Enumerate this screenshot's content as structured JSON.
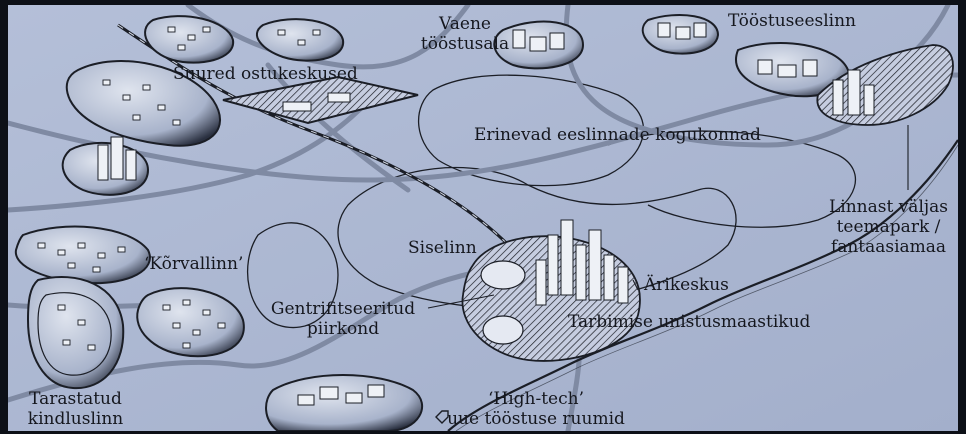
{
  "labels": {
    "suured_ostukeskused": "Suured ostukeskused",
    "vaene_line1": "Vaene",
    "vaene_line2": "tööstusala",
    "toostuseeslinn": "Tööstuseeslinn",
    "erinevad": "Erinevad eeslinnade kogukonnad",
    "linnast_line1": "Linnast väljas",
    "linnast_line2": "teemapark /",
    "linnast_line3": "fantaasiamaa",
    "korvallinn": "‘Kõrvallinn’",
    "siselinn": "Siselinn",
    "arikeskus": "Ärikeskus",
    "gentri_line1": "Gentrifitseeritud",
    "gentri_line2": "piirkond",
    "tarbimise": "Tarbimise unistusmaastikud",
    "tarastatud_line1": "Tarastatud",
    "tarastatud_line2": "kindluslinn",
    "hightech_line1": "‘High-tech’",
    "hightech_line2": "uue tööstuse ruumid"
  },
  "colors": {
    "background": "#a9b5d0",
    "ink": "#1b1e26",
    "road": "#7f8aa3",
    "blob_fill": "#c8d0e0"
  }
}
